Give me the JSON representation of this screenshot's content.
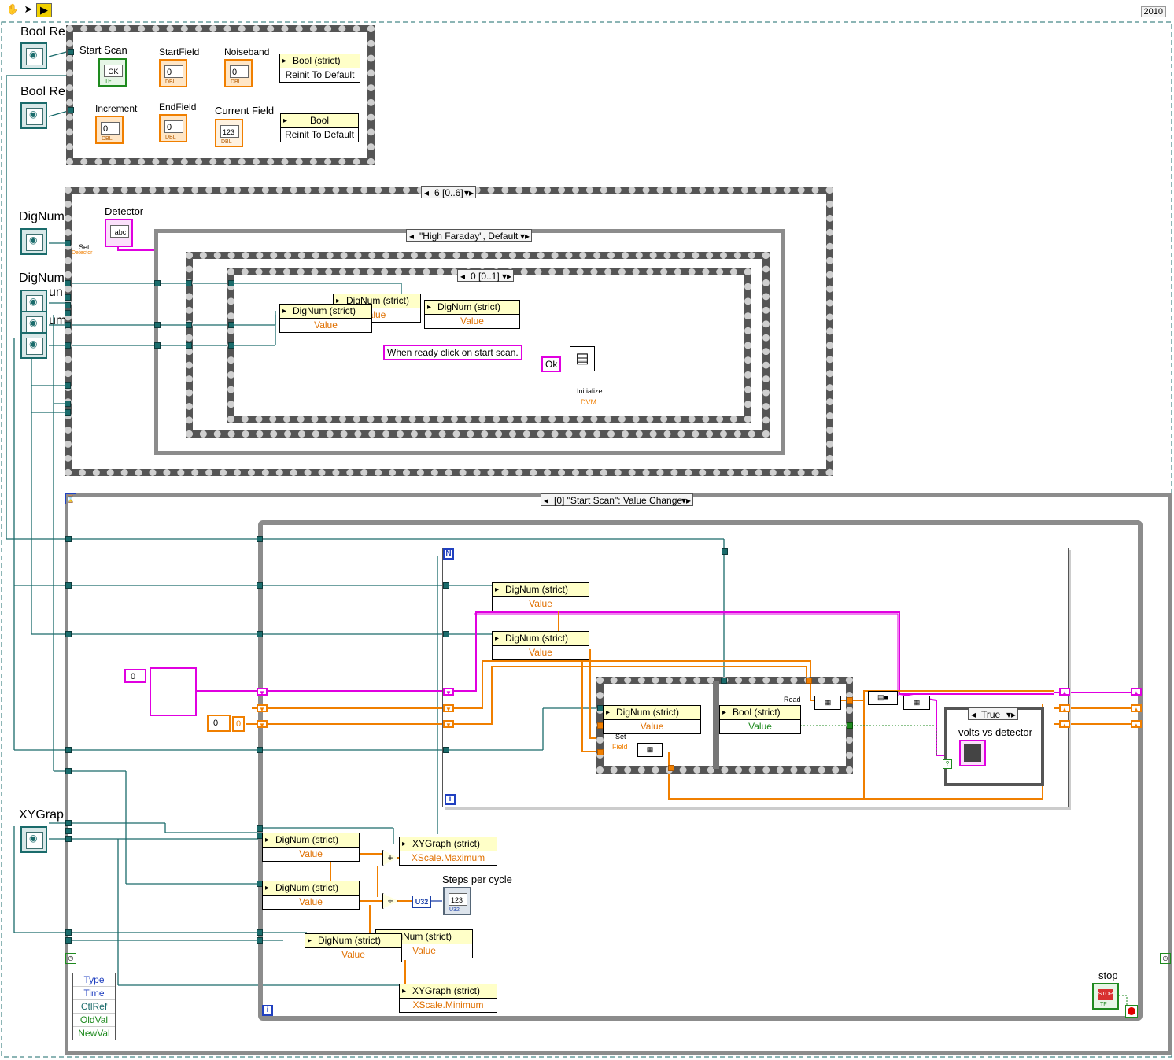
{
  "toolbar": {
    "tools": [
      "hand-tool",
      "arrow-tool",
      "run-icon"
    ],
    "version": "2010"
  },
  "palette": {
    "int_wire": "#1a6b6b",
    "dbl_wire": "#f07f00",
    "string_wire": "#e000e0",
    "bool_wire": "#1e8a1e"
  },
  "refs": {
    "bool_ref_1": "Bool Re",
    "bool_ref_2": "Bool Re",
    "dignum_1": "DigNum",
    "dignum_2": "DigNum",
    "dignum_3": "un",
    "dignum_4": "um",
    "xygraph": "XYGrap"
  },
  "init_frame": {
    "start_scan": "Start Scan",
    "start_field": "StartField",
    "noiseband": "Noiseband",
    "increment": "Increment",
    "end_field": "EndField",
    "current_field": "Current Field",
    "ok_text": "OK",
    "zero": "0",
    "indicator_text": "123",
    "dbl_tag": "DBL",
    "tf_tag": "TF",
    "bool_node_1": {
      "title": "Bool (strict)",
      "method": "Reinit To Default"
    },
    "bool_node_2": {
      "title": "Bool",
      "method": "Reinit To Default"
    }
  },
  "sequence": {
    "selector": "6 [0..6]",
    "detector_label": "Detector",
    "detector_text": "abc",
    "set_label": "Set",
    "detector_small": "Detector",
    "case_selector": "\"High Faraday\", Default",
    "inner_selector": "0 [0..1]",
    "dignum_a": {
      "title": "DigNum (strict)",
      "prop": "Value"
    },
    "dignum_b": {
      "title": "DigNum (strict)",
      "prop": "alue"
    },
    "dignum_c": {
      "title": "DigNum (strict)",
      "prop": "Value"
    },
    "message": "When ready click on start scan.",
    "ok": "Ok",
    "init_label": "Initialize",
    "dvm_label": "DVM"
  },
  "event": {
    "selector": "[0] \"Start Scan\": Value Change",
    "zero": "0",
    "zero2": "0",
    "n_label": "N",
    "i_label": "i",
    "dn1": {
      "title": "DigNum (strict)",
      "prop": "Value"
    },
    "dn2": {
      "title": "DigNum (strict)",
      "prop": "Value"
    },
    "dn3": {
      "title": "DigNum (strict)",
      "prop": "Value"
    },
    "bool_read": {
      "title": "Bool (strict)",
      "prop": "Value"
    },
    "set_lbl": "Set",
    "field_lbl": "Field",
    "read_lbl": "Read",
    "true_case": "True",
    "volts_label": "volts vs detector",
    "dn4": {
      "title": "DigNum (strict)",
      "prop": "Value"
    },
    "dn5": {
      "title": "DigNum (strict)",
      "prop": "Value"
    },
    "dn6": {
      "title": "DigNum (strict)",
      "prop": "Value"
    },
    "dn7": {
      "title": "DigNum (strict)",
      "prop": "Value"
    },
    "xy_max": {
      "title": "XYGraph (strict)",
      "prop": "XScale.Maximum"
    },
    "xy_min": {
      "title": "XYGraph (strict)",
      "prop": "XScale.Minimum"
    },
    "plus": "+",
    "divide": "÷",
    "u32": "U32",
    "steps_label": "Steps per cycle",
    "steps_ind": "123",
    "data_node": [
      "Type",
      "Time",
      "CtlRef",
      "OldVal",
      "NewVal"
    ],
    "stop_label": "stop",
    "stop_text": "STOP"
  }
}
